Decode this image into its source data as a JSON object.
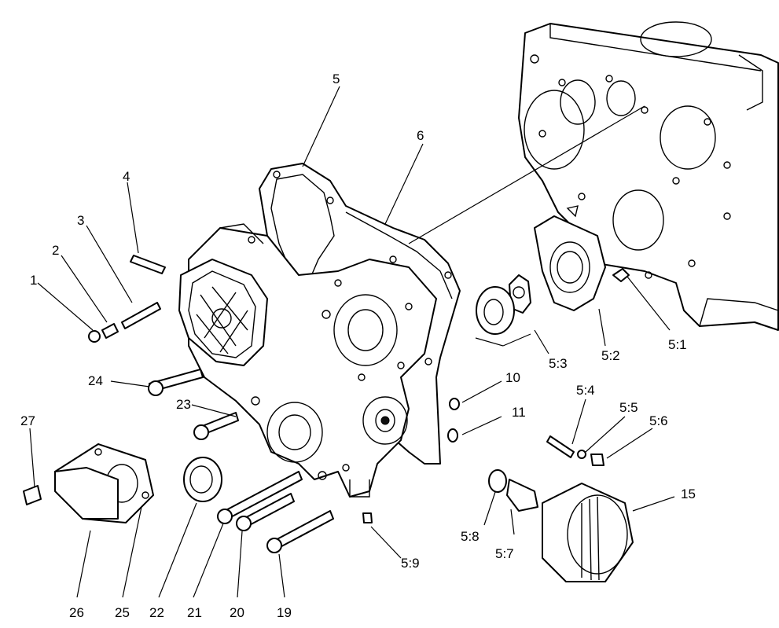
{
  "labels": {
    "l1": "1",
    "l2": "2",
    "l3": "3",
    "l4": "4",
    "l5": "5",
    "l6": "6",
    "l10": "10",
    "l11": "11",
    "l15": "15",
    "l19": "19",
    "l20": "20",
    "l21": "21",
    "l22": "22",
    "l23": "23",
    "l24": "24",
    "l25": "25",
    "l26": "26",
    "l27": "27",
    "l51": "5:1",
    "l52": "5:2",
    "l53": "5:3",
    "l54": "5:4",
    "l55": "5:5",
    "l56": "5:6",
    "l57": "5:7",
    "l58": "5:8",
    "l59": "5:9"
  }
}
